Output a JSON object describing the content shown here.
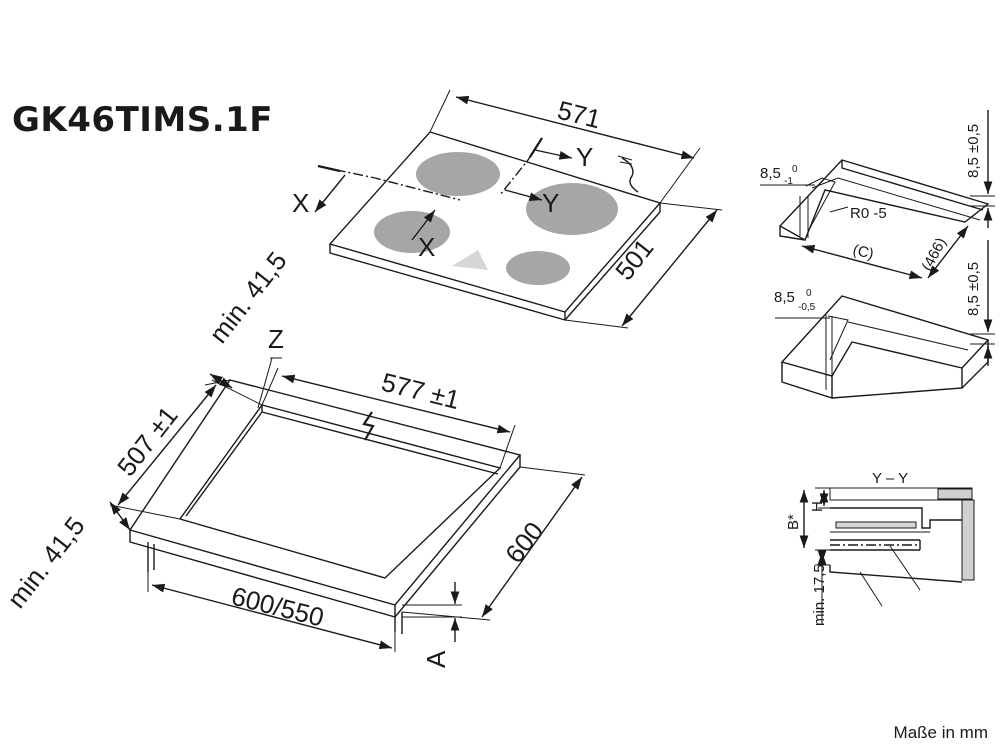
{
  "title": "GK46TIMS.1F",
  "units_note": "Maße in mm",
  "hob": {
    "width": "571",
    "depth": "501",
    "section_x": "X",
    "section_y": "Y"
  },
  "cutout": {
    "width": "577 ±1",
    "depth": "507 ±1",
    "min_back": "min. 41,5",
    "min_front": "min. 41,5",
    "cabinet_width": "600/550",
    "cabinet_depth": "600",
    "detail_z": "Z",
    "dim_a": "A"
  },
  "detail_top": {
    "thickness": "8,5 ±0,5",
    "gap_main": "8,5",
    "gap_tol_upper": "0",
    "gap_tol_lower": "-1",
    "radius": "R0 -5",
    "label_c": "(C)",
    "label_466": "(466)"
  },
  "detail_mid": {
    "thickness": "8,5 ±0,5",
    "gap_main": "8,5",
    "gap_tol_upper": "0",
    "gap_tol_lower": "-0,5"
  },
  "section_yy": {
    "title": "Y – Y",
    "label_b": "B*",
    "label_h": "H",
    "label_min": "min. 17,5"
  }
}
